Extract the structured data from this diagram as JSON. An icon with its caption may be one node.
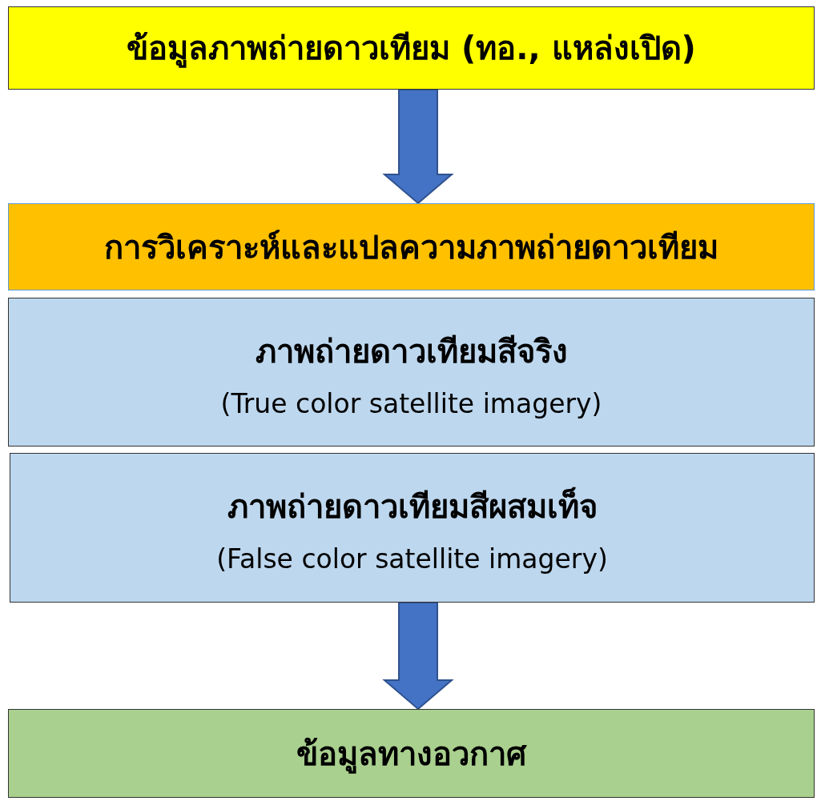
{
  "diagram": {
    "nodes": [
      {
        "text": [
          "ข้อมูลภาพถ่ายดาวเทียม (ทอ., แหล่งเปิด)"
        ]
      },
      {
        "text": [
          "การวิเคราะห์และแปลความภาพถ่ายดาวเทียม"
        ]
      },
      {
        "text": [
          "ภาพถ่ายดาวเทียมสีจริง",
          "(True color satellite imagery)"
        ]
      },
      {
        "text": [
          "ภาพถ่ายดาวเทียมสีผสมเท็จ",
          "(False color satellite imagery)"
        ]
      },
      {
        "text": [
          "ข้อมูลทางอวกาศ"
        ]
      }
    ],
    "edges": [
      {
        "from": 0,
        "to": 1,
        "arrow": "to"
      },
      {
        "from": 3,
        "to": 4,
        "arrow": "to"
      }
    ]
  }
}
